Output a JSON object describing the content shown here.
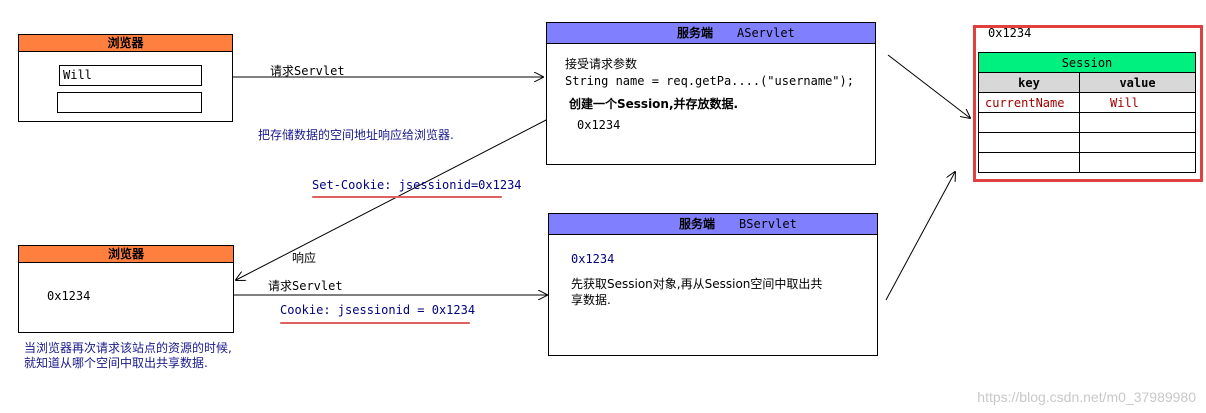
{
  "browser_top": {
    "title": "浏览器",
    "input1_value": "Will",
    "input2_value": ""
  },
  "arrow_request_label": "请求Servlet",
  "response_note": "把存储数据的空间地址响应给浏览器.",
  "set_cookie": "Set-Cookie: jsessionid=0x1234",
  "server_a": {
    "title": "服务端",
    "servlet": "AServlet",
    "line1": "接受请求参数",
    "line2": "String name = req.getPa....(\"username\");",
    "line3": "创建一个Session,并存放数据.",
    "line4": "0x1234"
  },
  "session_area": {
    "address": "0x1234",
    "table_title": "Session",
    "col_key": "key",
    "col_value": "value",
    "rows": [
      {
        "key": "currentName",
        "value": "Will"
      },
      {
        "key": "",
        "value": ""
      },
      {
        "key": "",
        "value": ""
      },
      {
        "key": "",
        "value": ""
      }
    ]
  },
  "browser_bottom": {
    "title": "浏览器",
    "content": "0x1234"
  },
  "response_label": "响应",
  "request2_label": "请求Servlet",
  "cookie": "Cookie: jsessionid = 0x1234",
  "server_b": {
    "title": "服务端",
    "servlet": "BServlet",
    "line1": "0x1234",
    "line2": "先获取Session对象,再从Session空间中取出共",
    "line3": "享数据."
  },
  "bottom_note": {
    "line1": "当浏览器再次请求该站点的资源的时候,",
    "line2": "就知道从哪个空间中取出共享数据."
  },
  "watermark": "https://blog.csdn.net/m0_37989980"
}
